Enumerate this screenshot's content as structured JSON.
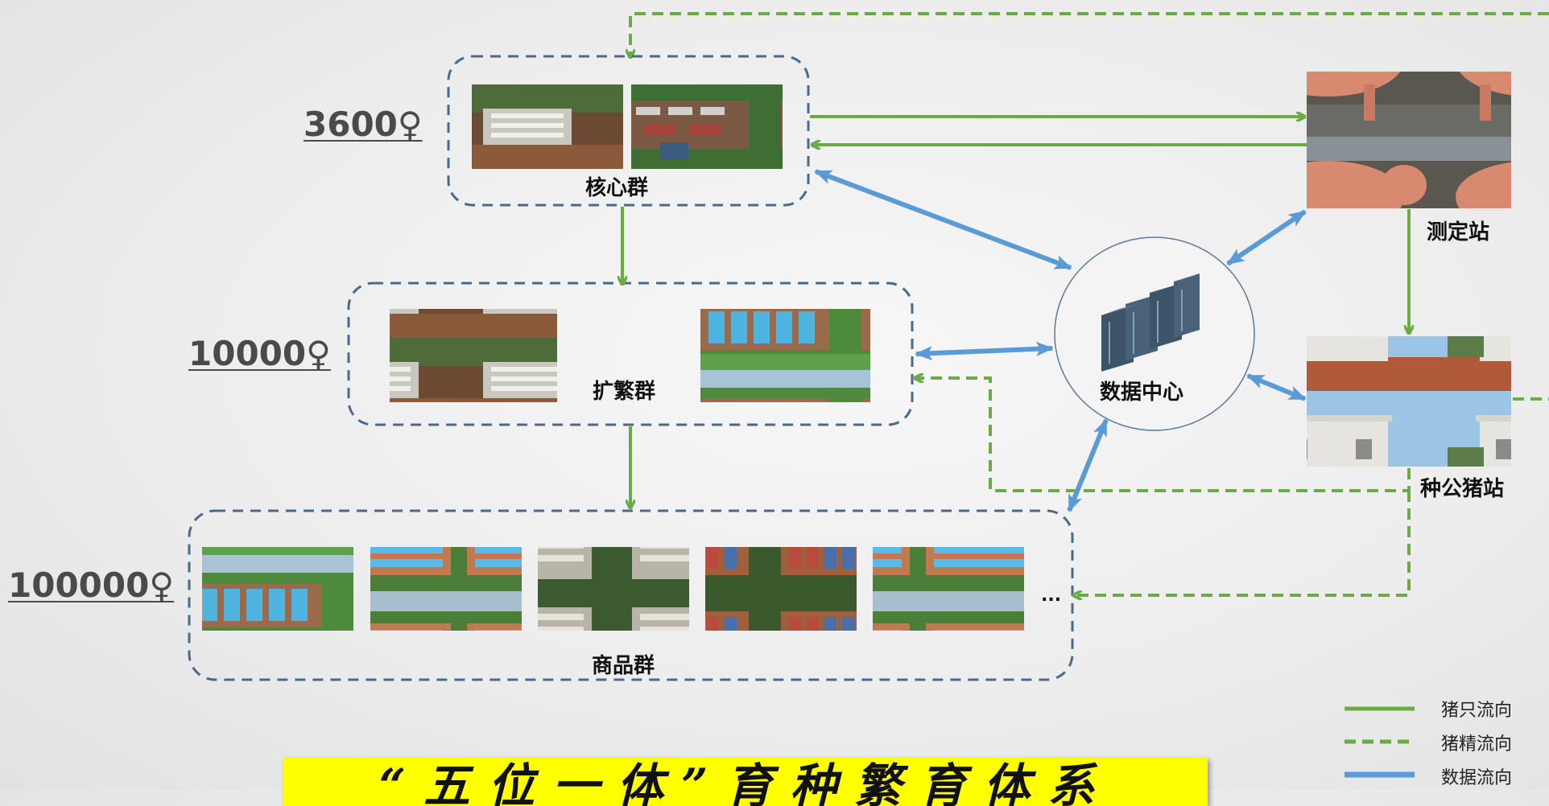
{
  "labels": {
    "core_count": "3600♀",
    "expand_count": "10000♀",
    "commercial_count": "100000♀",
    "core_group": "核心群",
    "expand_group": "扩繁群",
    "commercial_group": "商品群",
    "data_center": "数据中心",
    "test_station": "测定站",
    "boar_station": "种公猪站",
    "more": "..."
  },
  "legend": {
    "pig_flow": "猪只流向",
    "semen_flow": "猪精流向",
    "data_flow": "数据流向"
  },
  "title": "“五位一体”育种繁育体系",
  "colors": {
    "green": "#6aab45",
    "blue": "#5b9bd5",
    "dashed_box": "#4a6a8a",
    "banner": "#ffff00"
  }
}
